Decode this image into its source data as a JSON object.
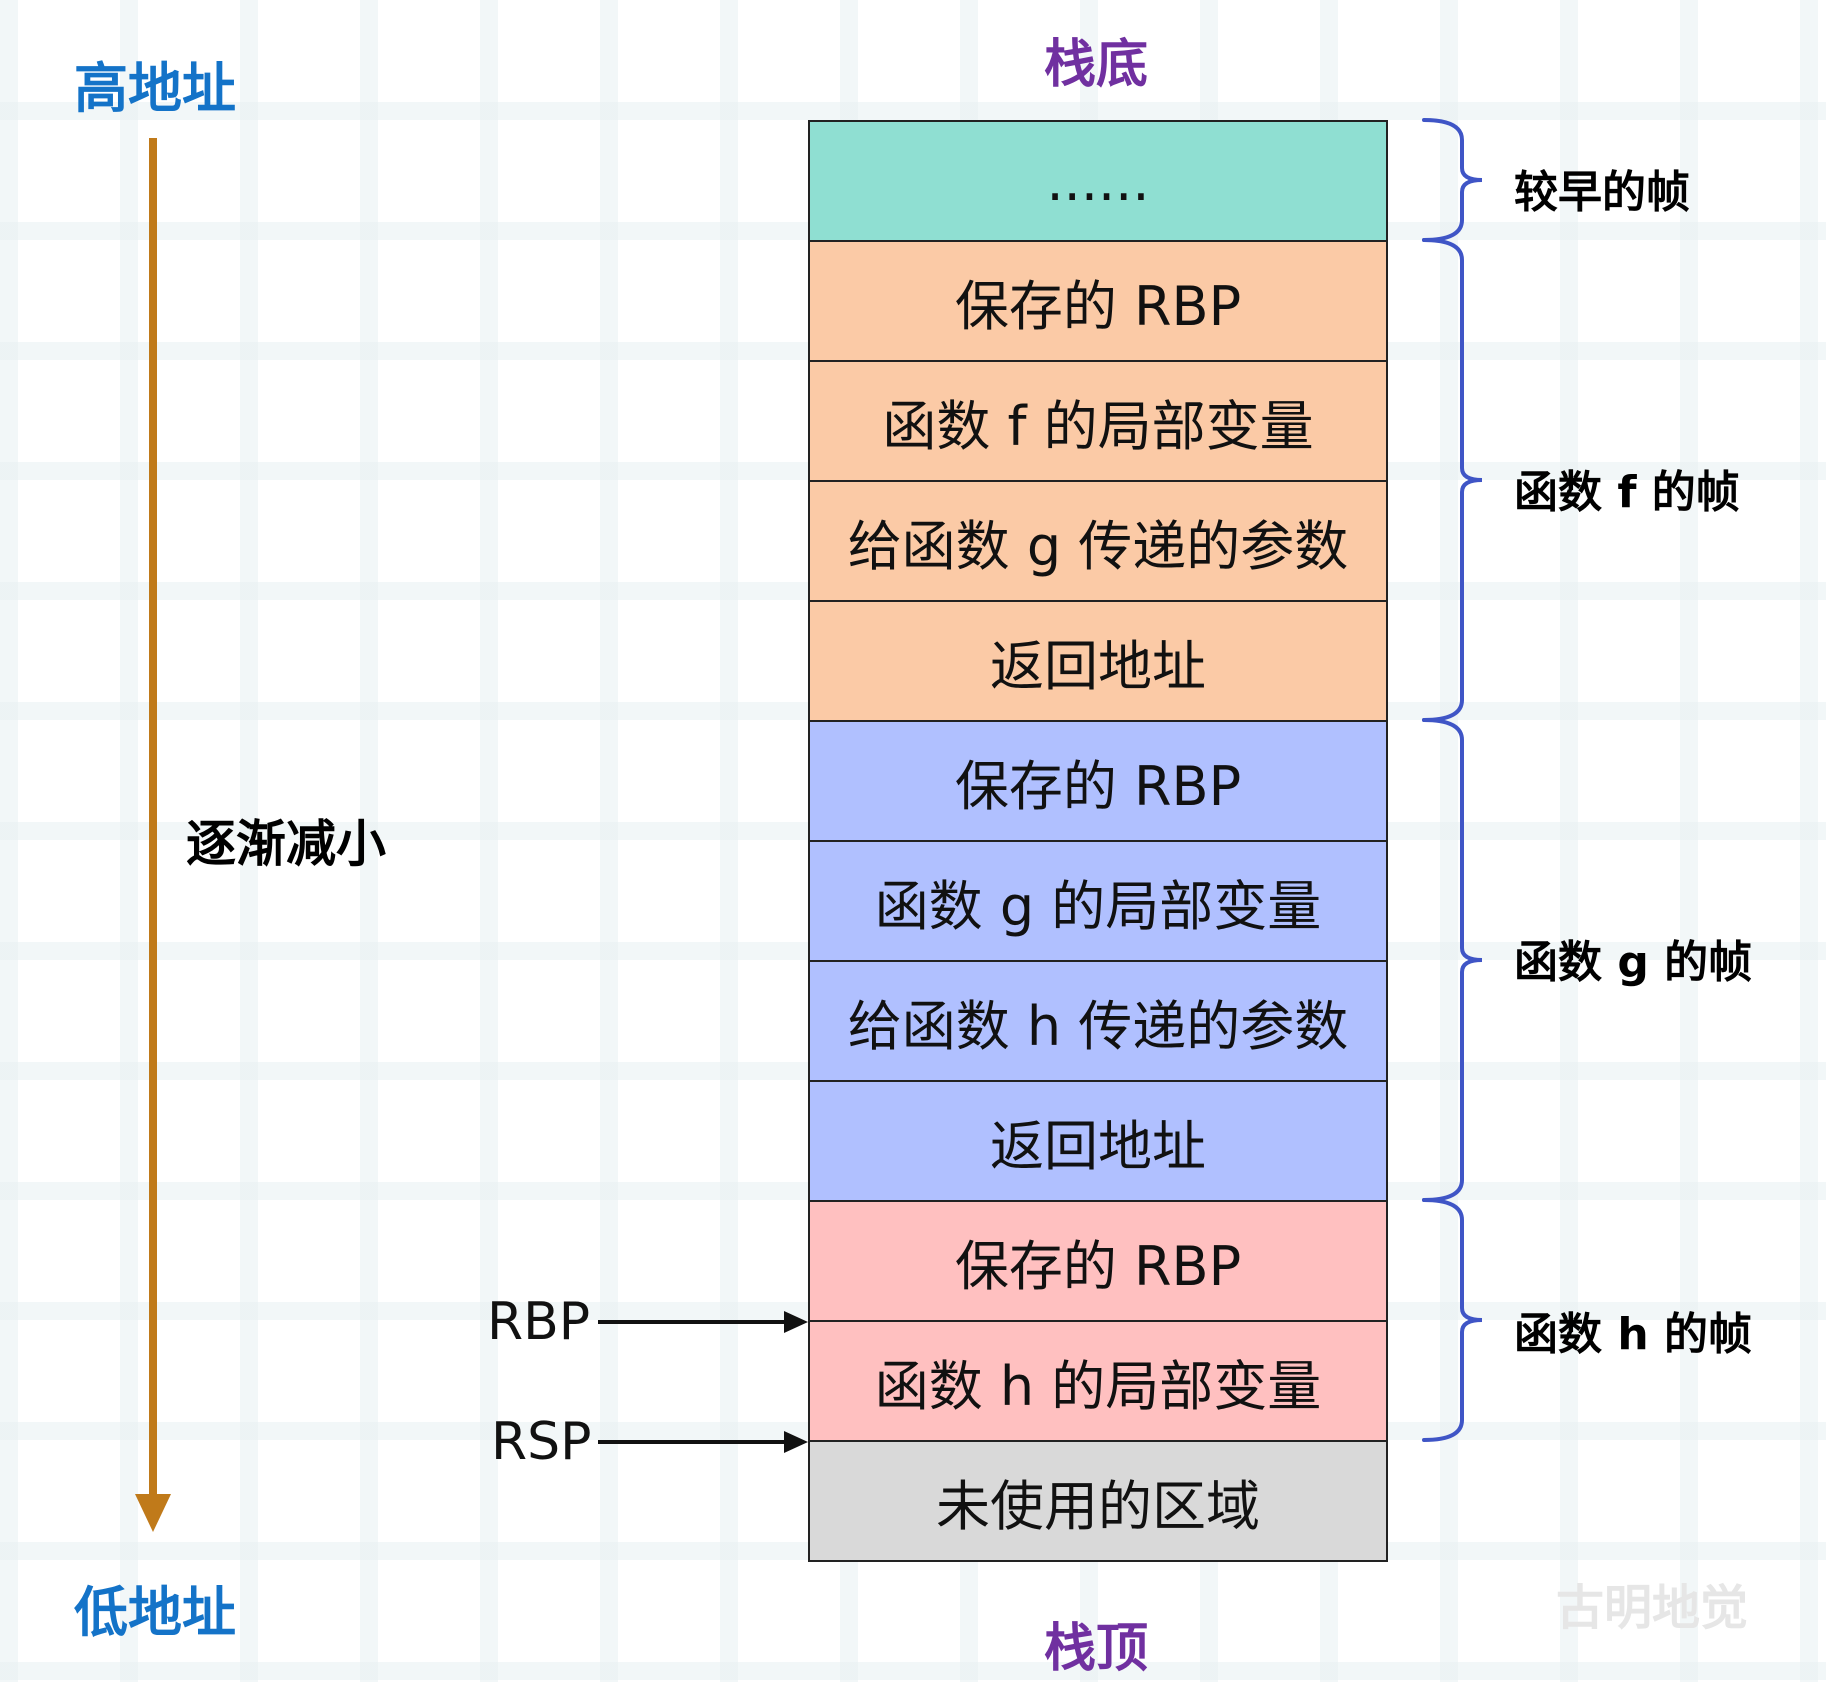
{
  "colors": {
    "address": "#1473c8",
    "stack_ends": "#7030a0",
    "arrow": "#c07a1a",
    "brace": "#3f55c6",
    "earlier": "#8fdfd2",
    "frame_f": "#fbcaa6",
    "frame_g": "#b0c0ff",
    "frame_h": "#ffc0c0",
    "unused": "#d9d9d9",
    "watermark": "#e6e6e6"
  },
  "labels": {
    "high_address": "高地址",
    "low_address": "低地址",
    "decreasing": "逐渐减小",
    "stack_bottom": "栈底",
    "stack_top": "栈顶",
    "watermark": "古明地觉"
  },
  "stack": {
    "cells": [
      {
        "text": "......",
        "group": "earlier"
      },
      {
        "text": "保存的 RBP",
        "group": "frame_f"
      },
      {
        "text": "函数 f 的局部变量",
        "group": "frame_f"
      },
      {
        "text": "给函数 g 传递的参数",
        "group": "frame_f"
      },
      {
        "text": "返回地址",
        "group": "frame_f"
      },
      {
        "text": "保存的 RBP",
        "group": "frame_g"
      },
      {
        "text": "函数 g 的局部变量",
        "group": "frame_g"
      },
      {
        "text": "给函数 h 传递的参数",
        "group": "frame_g"
      },
      {
        "text": "返回地址",
        "group": "frame_g"
      },
      {
        "text": "保存的 RBP",
        "group": "frame_h"
      },
      {
        "text": "函数 h 的局部变量",
        "group": "frame_h"
      },
      {
        "text": "未使用的区域",
        "group": "unused"
      }
    ]
  },
  "frames": {
    "earlier": "较早的帧",
    "f": "函数 f 的帧",
    "g": "函数 g 的帧",
    "h": "函数 h 的帧"
  },
  "registers": {
    "rbp": "RBP",
    "rsp": "RSP"
  }
}
